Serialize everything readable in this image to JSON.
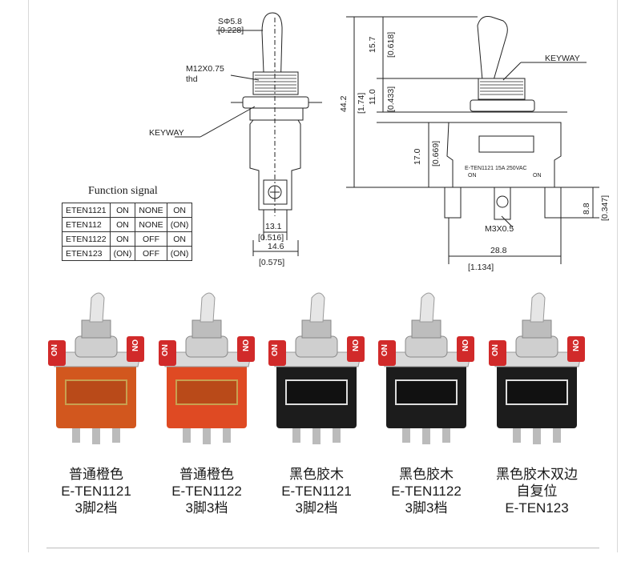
{
  "drawing": {
    "dims_left": {
      "stem_dia": "SΦ5.8",
      "stem_dia_in": "[0.228]",
      "thread": "M12X0.75",
      "thread_note": "thd",
      "keyway": "KEYWAY",
      "width_13": "13.1",
      "width_13_in": "[0.516]",
      "width_14": "14.6",
      "width_14_in": "[0.575]"
    },
    "dims_right": {
      "keyway": "KEYWAY",
      "h_15": "15.7",
      "h_15_in": "[0.618]",
      "h_11": "11.0",
      "h_11_in": "[0.433]",
      "h_44": "44.2",
      "h_44_in": "[1.74]",
      "h_17": "17.0",
      "h_17_in": "[0.669]",
      "h_8": "8.8",
      "h_8_in": "[0.347]",
      "screw": "M3X0.5",
      "width_28": "28.8",
      "width_28_in": "[1.134]",
      "body_label_line1": "E-TEN1121  15A  250VAC",
      "body_label_on_left": "ON",
      "body_label_on_right": "ON"
    }
  },
  "function_signal": {
    "title": "Function signal",
    "rows": [
      [
        "ETEN1121",
        "ON",
        "NONE",
        "ON"
      ],
      [
        "ETEN112",
        "ON",
        "NONE",
        "(ON)"
      ],
      [
        "ETEN1122",
        "ON",
        "OFF",
        "ON"
      ],
      [
        "ETEN123",
        "(ON)",
        "OFF",
        "(ON)"
      ]
    ]
  },
  "products": [
    {
      "lines": [
        "普通橙色",
        "E-TEN1121",
        "3脚2档"
      ],
      "body_color": "#d2571e",
      "plate_label": "ON"
    },
    {
      "lines": [
        "普通橙色",
        "E-TEN1122",
        "3脚3档"
      ],
      "body_color": "#df4a23",
      "plate_label": "ON"
    },
    {
      "lines": [
        "黑色胶木",
        "E-TEN1121",
        "3脚2档"
      ],
      "body_color": "#1c1c1c",
      "plate_label": "ON"
    },
    {
      "lines": [
        "黑色胶木",
        "E-TEN1122",
        "3脚3档"
      ],
      "body_color": "#1c1c1c",
      "plate_label": "ON"
    },
    {
      "lines": [
        "黑色胶木双边",
        "自复位",
        "E-TEN123"
      ],
      "body_color": "#1c1c1c",
      "plate_label": "ON"
    }
  ]
}
